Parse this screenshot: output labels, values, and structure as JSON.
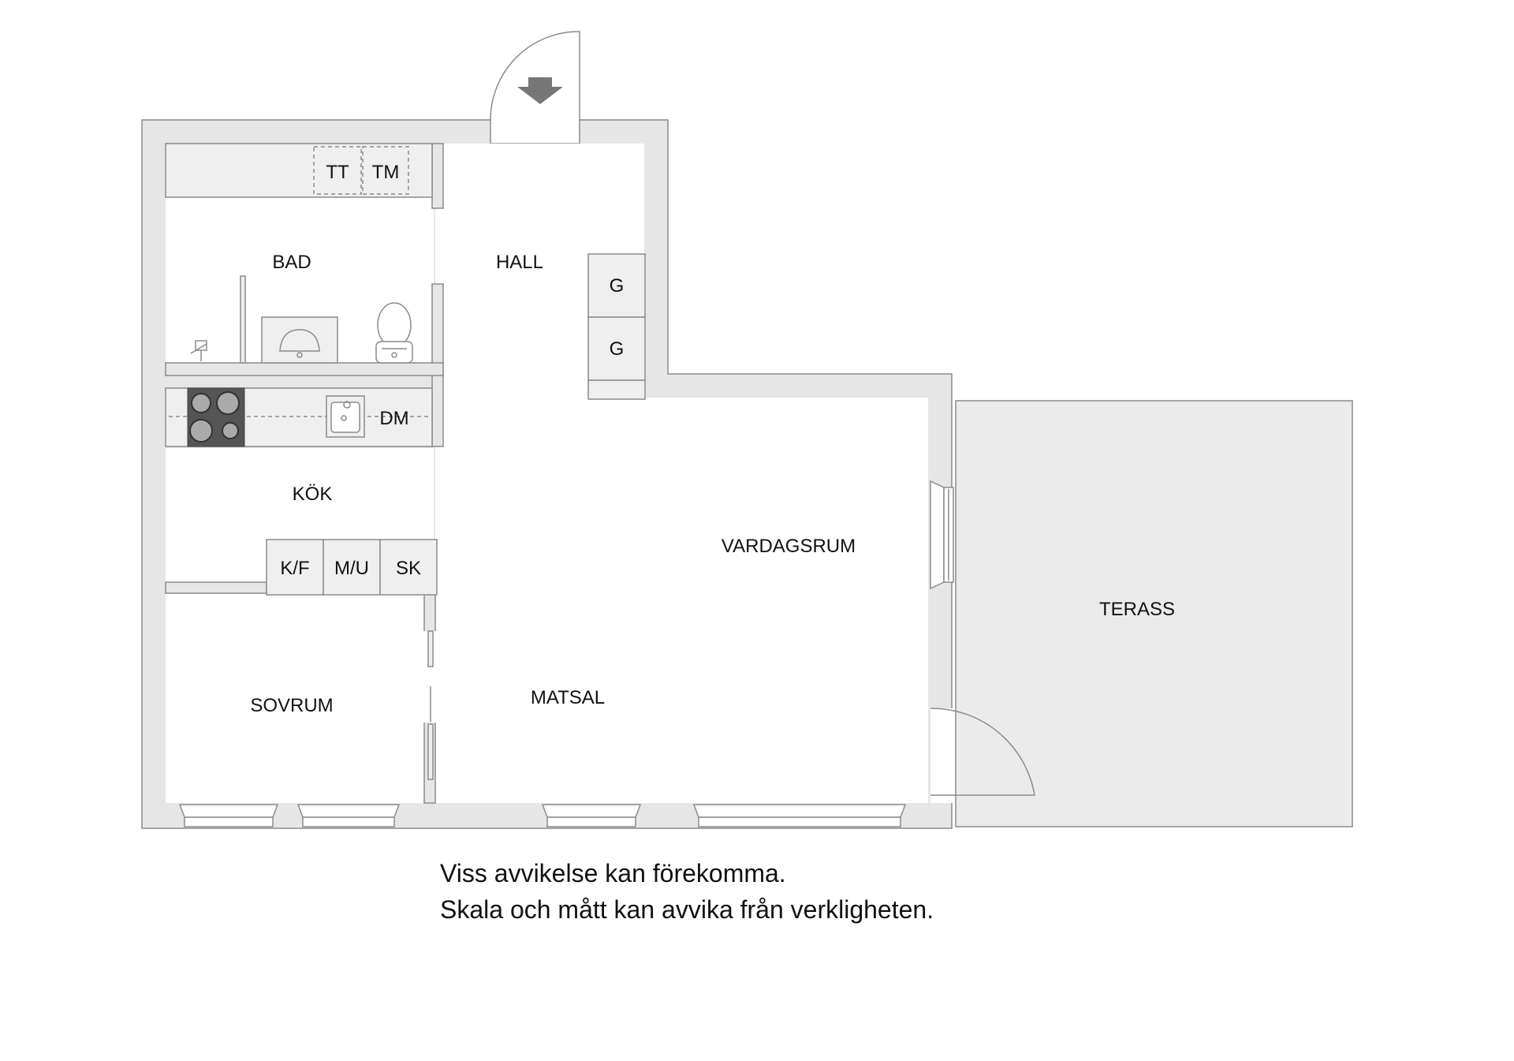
{
  "rooms": {
    "bad": "BAD",
    "hall": "HALL",
    "kok": "KÖK",
    "vardagsrum": "VARDAGSRUM",
    "terass": "TERASS",
    "sovrum": "SOVRUM",
    "matsal": "MATSAL"
  },
  "fixtures": {
    "tt": "TT",
    "tm": "TM",
    "g1": "G",
    "g2": "G",
    "dm": "DM",
    "kf": "K/F",
    "mu": "M/U",
    "sk": "SK"
  },
  "disclaimer": {
    "line1": "Viss avvikelse kan förekomma.",
    "line2": "Skala och mått kan avvika från verkligheten."
  },
  "icons": [
    "entrance-arrow-icon",
    "stove-icon",
    "sink-icon",
    "washbasin-icon",
    "toilet-icon",
    "shower-icon"
  ]
}
